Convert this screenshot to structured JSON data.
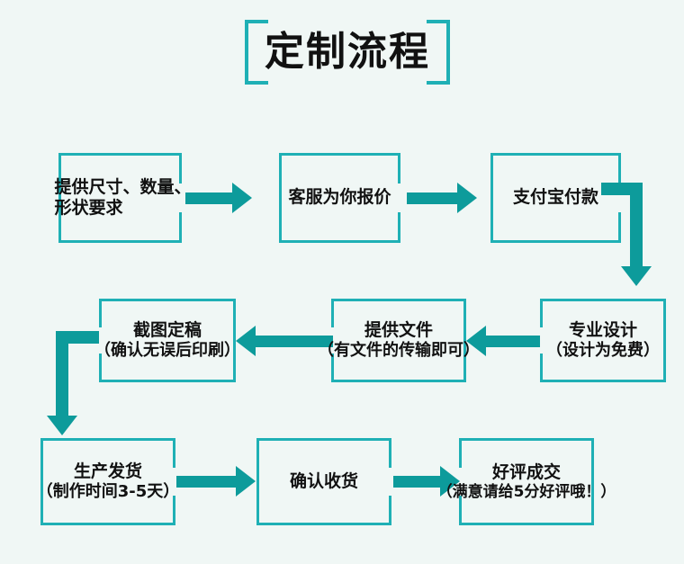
{
  "page": {
    "background_color": "#f0f7f5",
    "accent_color": "#1fb0b5",
    "arrow_color": "#0d9b9b",
    "text_color": "#111111"
  },
  "title": {
    "text": "定制流程"
  },
  "nodes": [
    {
      "id": "node-1",
      "main": "提供尺寸、数量、",
      "sub": "形状要求"
    },
    {
      "id": "node-2",
      "main": "客服为你报价",
      "sub": ""
    },
    {
      "id": "node-3",
      "main": "支付宝付款",
      "sub": ""
    },
    {
      "id": "node-4",
      "main": "专业设计",
      "sub": "（设计为免费）"
    },
    {
      "id": "node-5",
      "main": "提供文件",
      "sub": "（有文件的传输即可）"
    },
    {
      "id": "node-6",
      "main": "截图定稿",
      "sub": "（确认无误后印刷）"
    },
    {
      "id": "node-7",
      "main": "生产发货",
      "sub": "（制作时间3-5天）"
    },
    {
      "id": "node-8",
      "main": "确认收货",
      "sub": ""
    },
    {
      "id": "node-9",
      "main": "好评成交",
      "sub": "（满意请给5分好评哦！）"
    }
  ],
  "connectors": [
    {
      "id": "arrow-1-to-2",
      "direction": "right"
    },
    {
      "id": "arrow-2-to-3",
      "direction": "right"
    },
    {
      "id": "elbow-3-to-4",
      "direction": "right-then-down"
    },
    {
      "id": "arrow-4-to-5",
      "direction": "left"
    },
    {
      "id": "arrow-5-to-6",
      "direction": "left"
    },
    {
      "id": "elbow-6-to-7",
      "direction": "left-then-down"
    },
    {
      "id": "arrow-7-to-8",
      "direction": "right"
    },
    {
      "id": "arrow-8-to-9",
      "direction": "right"
    }
  ]
}
